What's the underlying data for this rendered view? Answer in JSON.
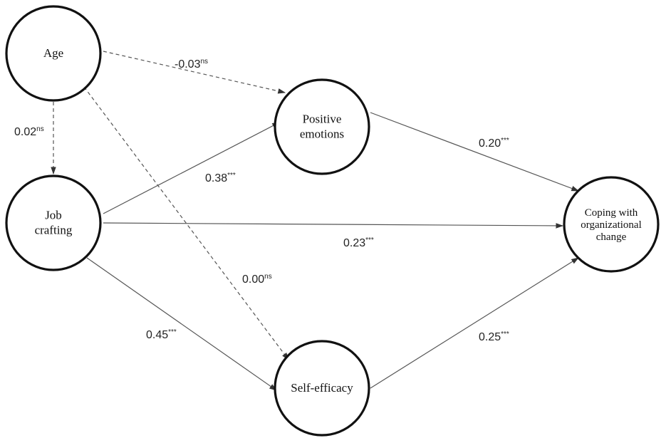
{
  "nodes": [
    {
      "id": "age",
      "lines": [
        "Age"
      ]
    },
    {
      "id": "job",
      "lines": [
        "Job",
        "crafting"
      ]
    },
    {
      "id": "pos",
      "lines": [
        "Positive",
        "emotions"
      ]
    },
    {
      "id": "self",
      "lines": [
        "Self-efficacy"
      ]
    },
    {
      "id": "coping",
      "lines": [
        "Coping with",
        "organizational",
        "change"
      ]
    }
  ],
  "edges": [
    {
      "from": "age",
      "to": "pos",
      "value": "-0.03",
      "sig": "ns",
      "style": "dashed"
    },
    {
      "from": "age",
      "to": "job",
      "value": "0.02",
      "sig": "ns",
      "style": "dashed"
    },
    {
      "from": "age",
      "to": "self",
      "value": "0.00",
      "sig": "ns",
      "style": "dashed"
    },
    {
      "from": "job",
      "to": "pos",
      "value": "0.38",
      "sig": "***",
      "style": "solid"
    },
    {
      "from": "job",
      "to": "coping",
      "value": "0.23",
      "sig": "***",
      "style": "solid"
    },
    {
      "from": "job",
      "to": "self",
      "value": "0.45",
      "sig": "***",
      "style": "solid"
    },
    {
      "from": "pos",
      "to": "coping",
      "value": "0.20",
      "sig": "***",
      "style": "solid"
    },
    {
      "from": "self",
      "to": "coping",
      "value": "0.25",
      "sig": "***",
      "style": "solid"
    }
  ]
}
